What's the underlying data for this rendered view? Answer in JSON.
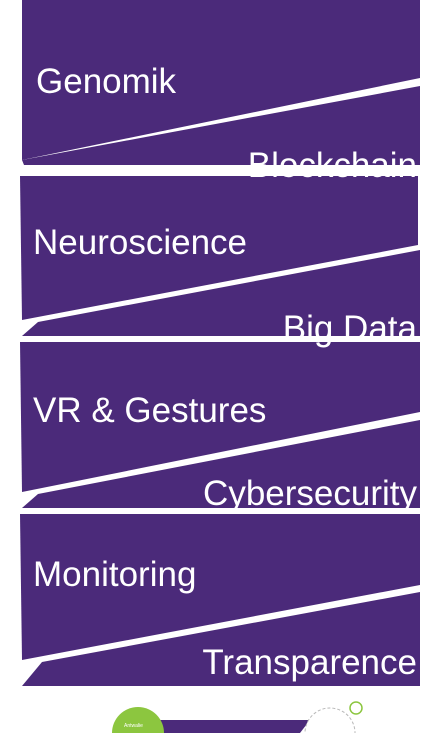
{
  "diagram": {
    "items": [
      {
        "label": "Genomik",
        "side": "left"
      },
      {
        "label": "Blockchain",
        "side": "right"
      },
      {
        "label": "Neuroscience",
        "side": "left"
      },
      {
        "label": "Big Data",
        "side": "right"
      },
      {
        "label": "VR & Gestures",
        "side": "left"
      },
      {
        "label": "Cybersecurity",
        "side": "right"
      },
      {
        "label": "Monitoring",
        "side": "left"
      },
      {
        "label": "Transparence",
        "side": "right"
      }
    ],
    "colors": {
      "band": "#4b2a7a",
      "background": "#ffffff",
      "text": "#ffffff",
      "badge_green": "#8cc63f",
      "badge_outline": "#b8b8b8"
    },
    "badge_left_label": "Antwalie"
  }
}
